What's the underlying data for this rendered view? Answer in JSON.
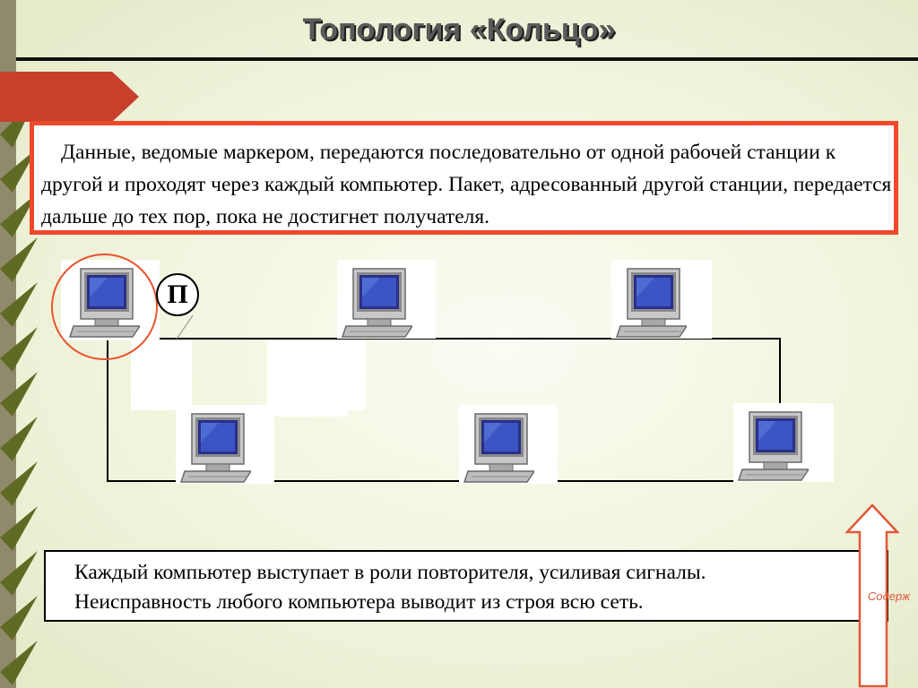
{
  "slide": {
    "title": "Топология «Кольцо»",
    "description": "Данные, ведомые маркером, передаются последовательно от одной рабочей станции к другой и проходят через каждый компьютер. Пакет, адресованный другой станции, передается дальше до тех пор, пока не достигнет получателя.",
    "summary_line1": "Каждый компьютер выступает в роли повторителя, усиливая сигналы.",
    "summary_line2": "Неисправность любого компьютера выводит из строя всю сеть.",
    "marker_label": "П",
    "nav_label": "Содерж"
  },
  "diagram": {
    "topology": "ring",
    "computers": [
      "pc-1",
      "pc-2",
      "pc-3",
      "pc-4",
      "pc-5",
      "pc-6"
    ],
    "icon": "computer-monitor-icon"
  },
  "colors": {
    "accent_red": "#f0482a",
    "dark_red": "#c0392b",
    "background": "#f1f4dc"
  }
}
